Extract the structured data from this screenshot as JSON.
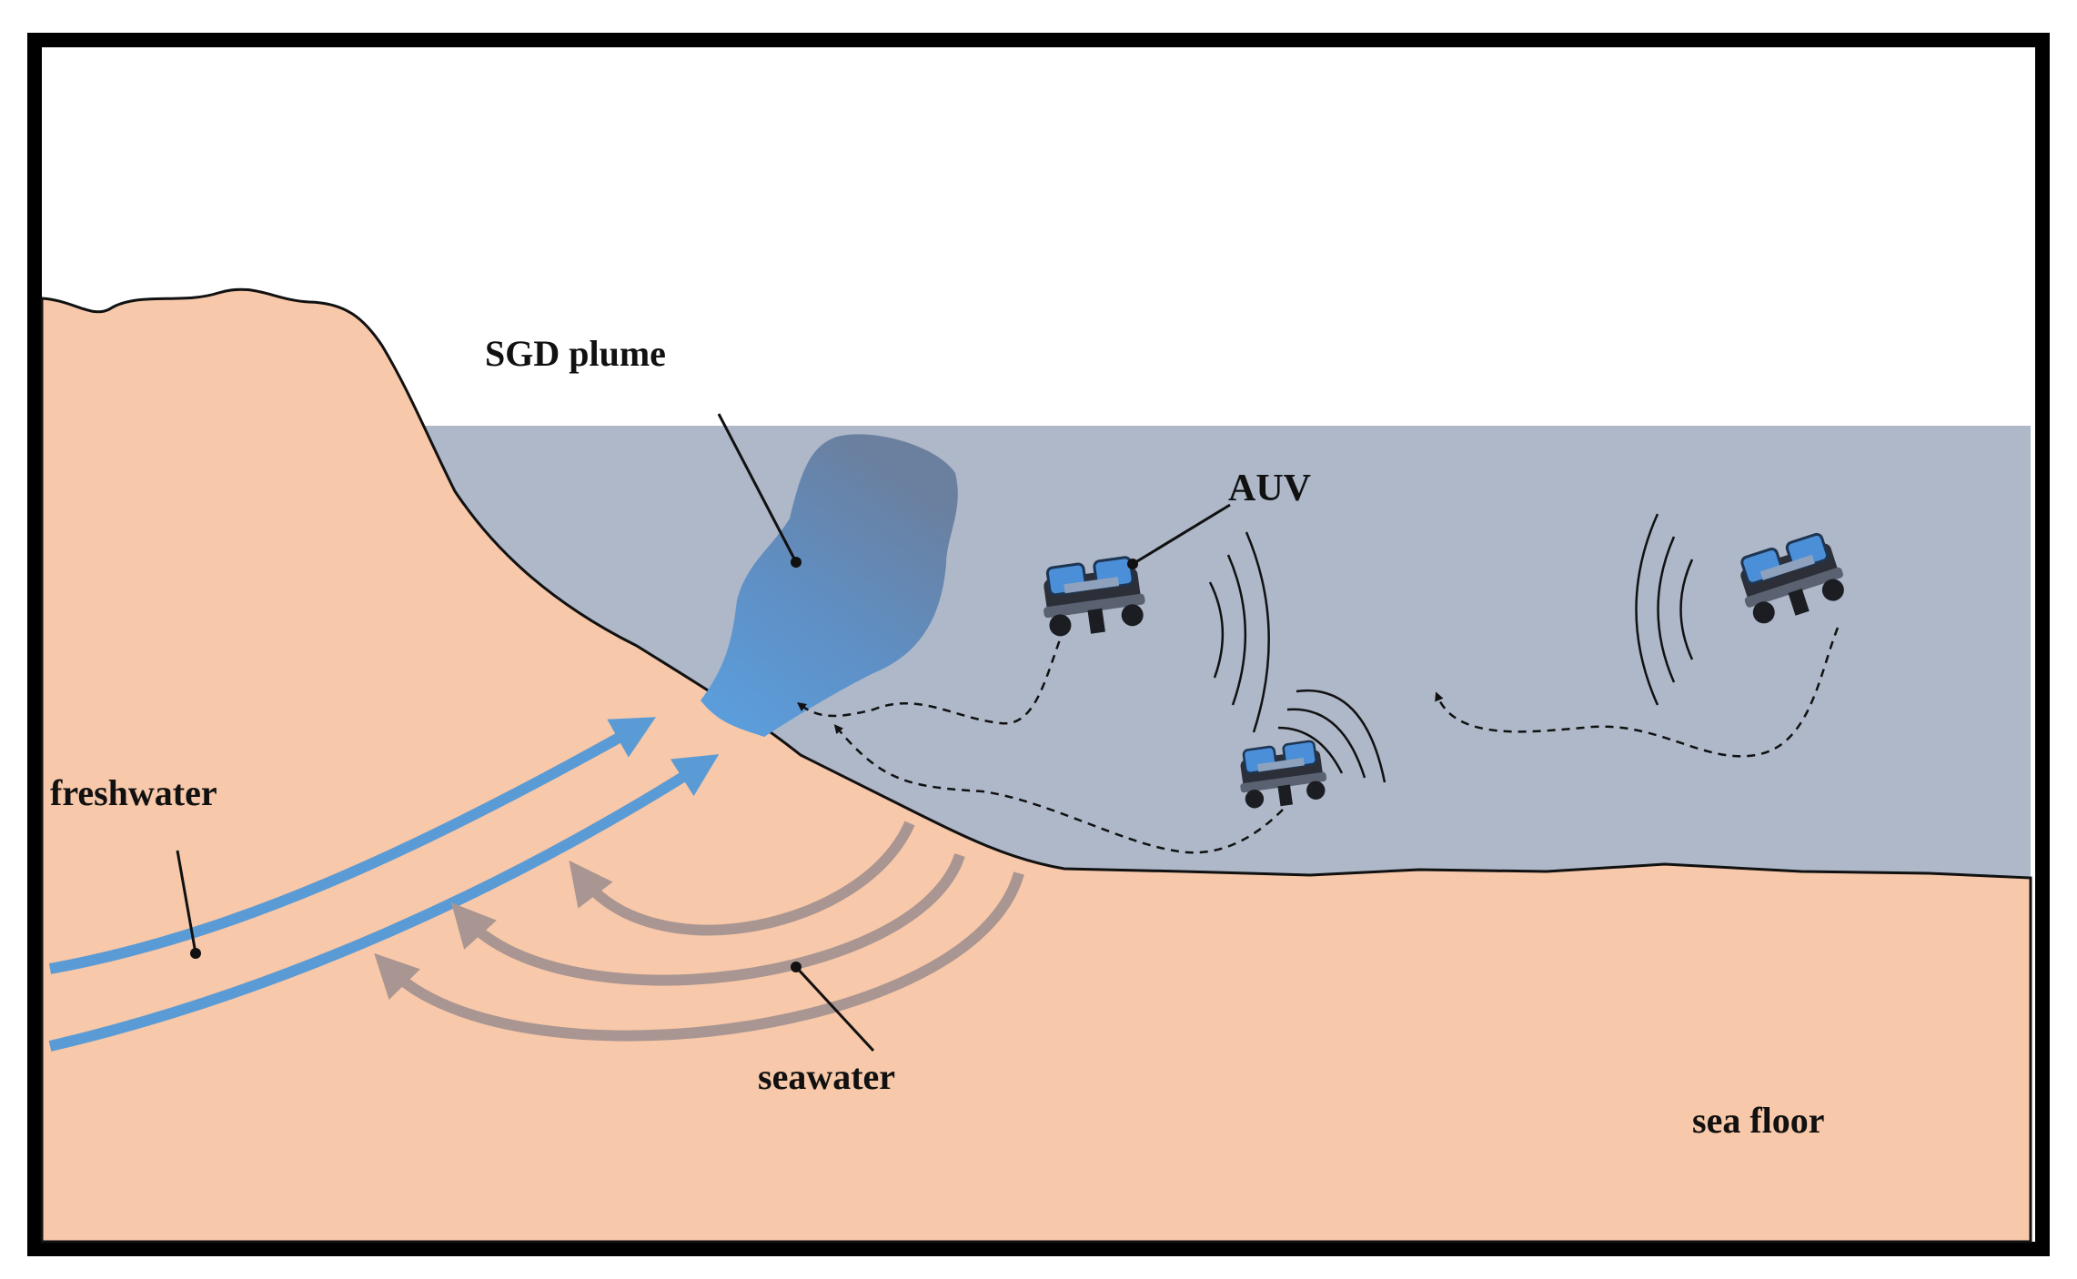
{
  "labels": {
    "sgd_plume": "SGD plume",
    "auv": "AUV",
    "freshwater": "freshwater",
    "seawater": "seawater",
    "sea_floor": "sea floor"
  },
  "colors": {
    "frame": "#000000",
    "sky": "#ffffff",
    "sand": "#f7c8a9",
    "sea": "#aeb8c9",
    "plume_light": "#5a9edc",
    "plume_dark": "#6b80a0",
    "freshwater_arrow": "#5b9bd5",
    "seawater_arrow": "#a99591",
    "auv_body": "#4a8fd8",
    "auv_frame": "#2c2f38"
  },
  "icons": {
    "vehicle": "auv-icon",
    "signal": "sonar-waves-icon"
  }
}
